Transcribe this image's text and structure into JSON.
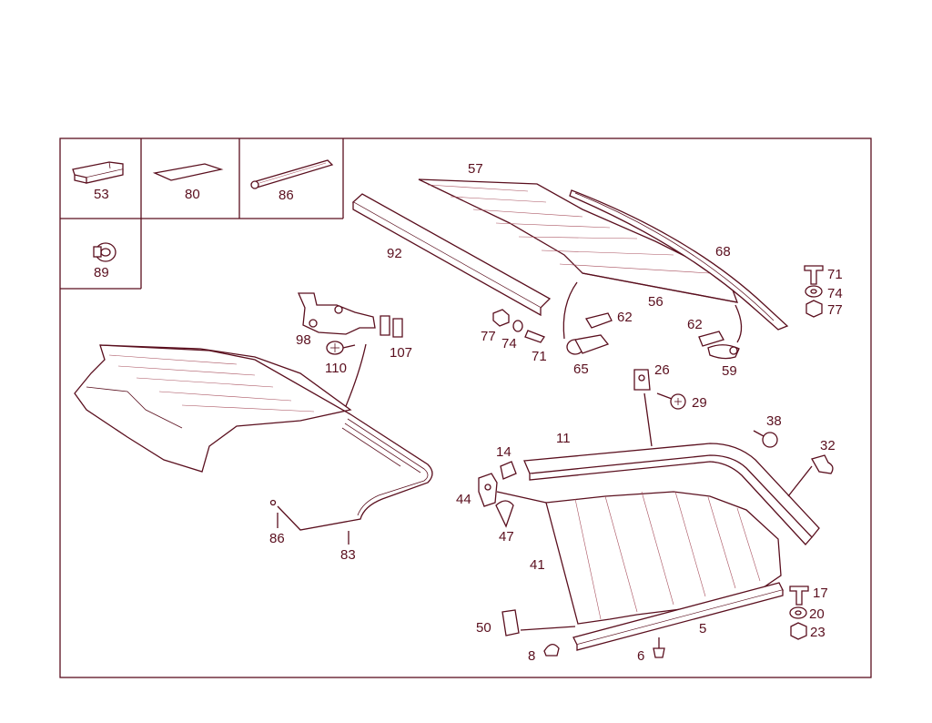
{
  "colors": {
    "ink": "#5a0f1e",
    "background": "#ffffff"
  },
  "inset_labels": {
    "p53": "53",
    "p80": "80",
    "p86": "86",
    "p89": "89"
  },
  "callouts": {
    "p5": "5",
    "p6": "6",
    "p8": "8",
    "p11": "11",
    "p14": "14",
    "p17": "17",
    "p20": "20",
    "p23": "23",
    "p26": "26",
    "p29": "29",
    "p32": "32",
    "p38": "38",
    "p41": "41",
    "p44": "44",
    "p47": "47",
    "p50": "50",
    "p56": "56",
    "p57": "57",
    "p59": "59",
    "p62a": "62",
    "p62b": "62",
    "p65": "65",
    "p68": "68",
    "p71a": "71",
    "p71b": "71",
    "p74a": "74",
    "p74b": "74",
    "p77a": "77",
    "p77b": "77",
    "p83": "83",
    "p86": "86",
    "p92": "92",
    "p98": "98",
    "p107": "107",
    "p110": "110"
  }
}
